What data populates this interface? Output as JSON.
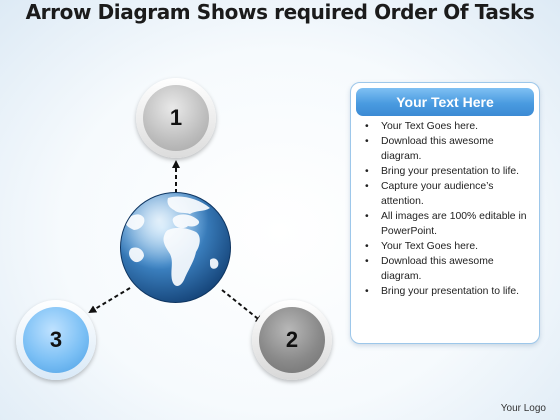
{
  "title": "Arrow Diagram Shows required Order Of Tasks",
  "steps": [
    {
      "label": "1",
      "color": "#b9b9b9"
    },
    {
      "label": "2",
      "color": "#8a8a8a"
    },
    {
      "label": "3",
      "color": "#6eb6ef"
    }
  ],
  "center": {
    "icon": "globe-icon",
    "color": "#2f6fa8"
  },
  "panel": {
    "heading": "Your Text Here",
    "accent": "#4a9be0",
    "items": [
      "Your Text Goes here.",
      "Download this awesome diagram.",
      "Bring your presentation to life.",
      "Capture your audience’s attention.",
      "All images are 100% editable in PowerPoint.",
      "Your Text Goes here.",
      "Download this awesome diagram.",
      "Bring your presentation to life."
    ]
  },
  "footer": {
    "logo_text": "Your Logo"
  }
}
